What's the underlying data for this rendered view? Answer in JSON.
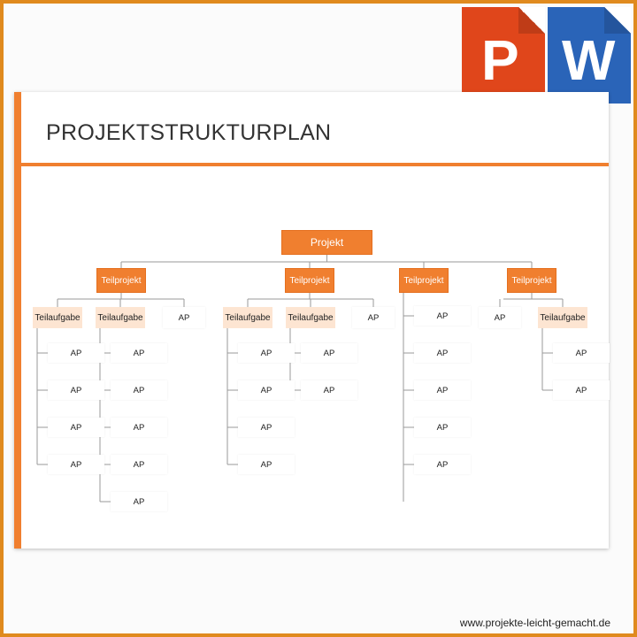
{
  "slide": {
    "title": "PROJEKTSTRUKTURPLAN"
  },
  "logo": {
    "left_letter": "P",
    "right_letter": "W",
    "left_color": "#e0461b",
    "right_color": "#2a64b8"
  },
  "accent_color": "#f07f2f",
  "tree": {
    "root": "Projekt",
    "teilprojekte": [
      {
        "label": "Teilprojekt",
        "children": [
          {
            "type": "Teilaufgabe",
            "label": "Teilaufgabe",
            "aps": [
              "AP",
              "AP",
              "AP",
              "AP"
            ]
          },
          {
            "type": "Teilaufgabe",
            "label": "Teilaufgabe",
            "aps": [
              "AP",
              "AP",
              "AP",
              "AP",
              "AP"
            ]
          },
          {
            "type": "AP",
            "label": "AP"
          }
        ]
      },
      {
        "label": "Teilprojekt",
        "children": [
          {
            "type": "Teilaufgabe",
            "label": "Teilaufgabe",
            "aps": [
              "AP",
              "AP",
              "AP",
              "AP"
            ]
          },
          {
            "type": "Teilaufgabe",
            "label": "Teilaufgabe",
            "aps": [
              "AP",
              "AP"
            ]
          },
          {
            "type": "AP",
            "label": "AP"
          }
        ]
      },
      {
        "label": "Teilprojekt",
        "children": [],
        "aps": [
          "AP",
          "AP",
          "AP",
          "AP",
          "AP"
        ]
      },
      {
        "label": "Teilprojekt",
        "children": [
          {
            "type": "AP",
            "label": "AP"
          },
          {
            "type": "Teilaufgabe",
            "label": "Teilaufgabe",
            "aps": [
              "AP",
              "AP"
            ]
          }
        ]
      }
    ]
  },
  "footer": {
    "url": "www.projekte-leicht-gemacht.de"
  }
}
